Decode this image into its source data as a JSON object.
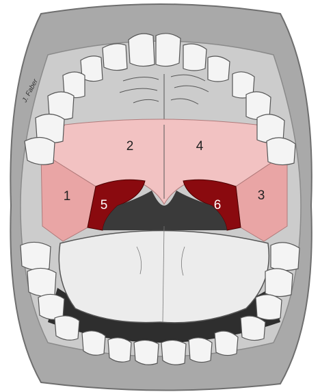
{
  "signature": "J. Faber",
  "regions": [
    {
      "id": "1",
      "label": "1"
    },
    {
      "id": "2",
      "label": "2"
    },
    {
      "id": "3",
      "label": "3"
    },
    {
      "id": "4",
      "label": "4"
    },
    {
      "id": "5",
      "label": "5"
    },
    {
      "id": "6",
      "label": "6"
    }
  ],
  "colors": {
    "face": "#a9a9a9",
    "face_outline": "#6e6e6e",
    "oral_cavity": "#cccccc",
    "soft_palate": "#f2c2c2",
    "side_wall": "#e9a5a5",
    "tonsil": "#8a0a0f",
    "pharynx": "#3a3a3a",
    "tongue": "#ececec",
    "teeth": "#f4f4f4",
    "mouth_floor": "#2e2e2e"
  }
}
